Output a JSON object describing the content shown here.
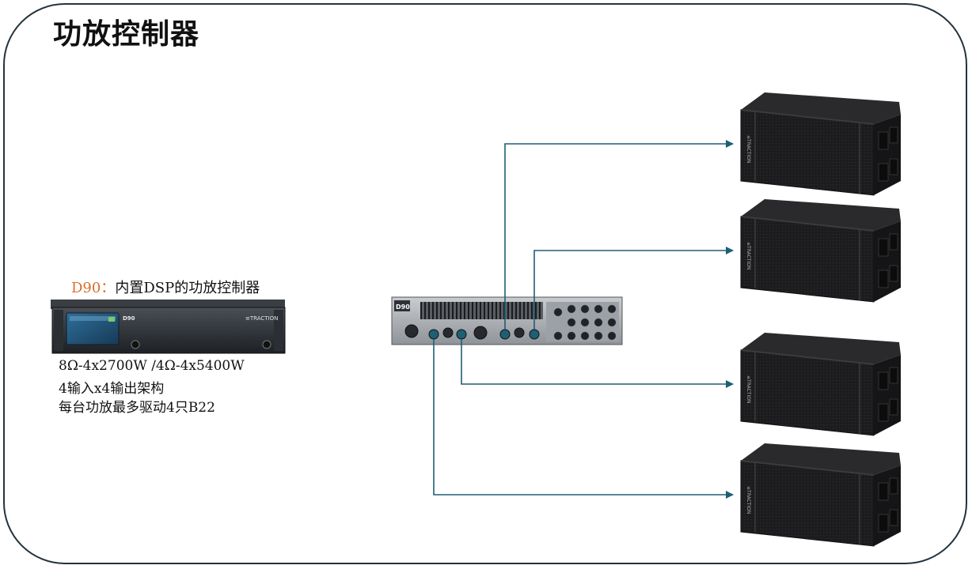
{
  "title": "功放控制器",
  "amp_caption": {
    "model": "D90：",
    "description": "内置DSP的功放控制器"
  },
  "amp_front": {
    "model_label": "D90",
    "brand": "≡TRACTION"
  },
  "amp_rear": {
    "model_label": "D90"
  },
  "specs": [
    "8Ω-4x2700W /4Ω-4x5400W",
    "4输入x4输出架构",
    "每台功放最多驱动4只B22"
  ],
  "speaker_brand": "≡TRACTION",
  "colors": {
    "line": "#1e5f75",
    "frame": "#23323c",
    "accent": "#d86f2a"
  },
  "icons": [
    "arrow-head-icon"
  ]
}
